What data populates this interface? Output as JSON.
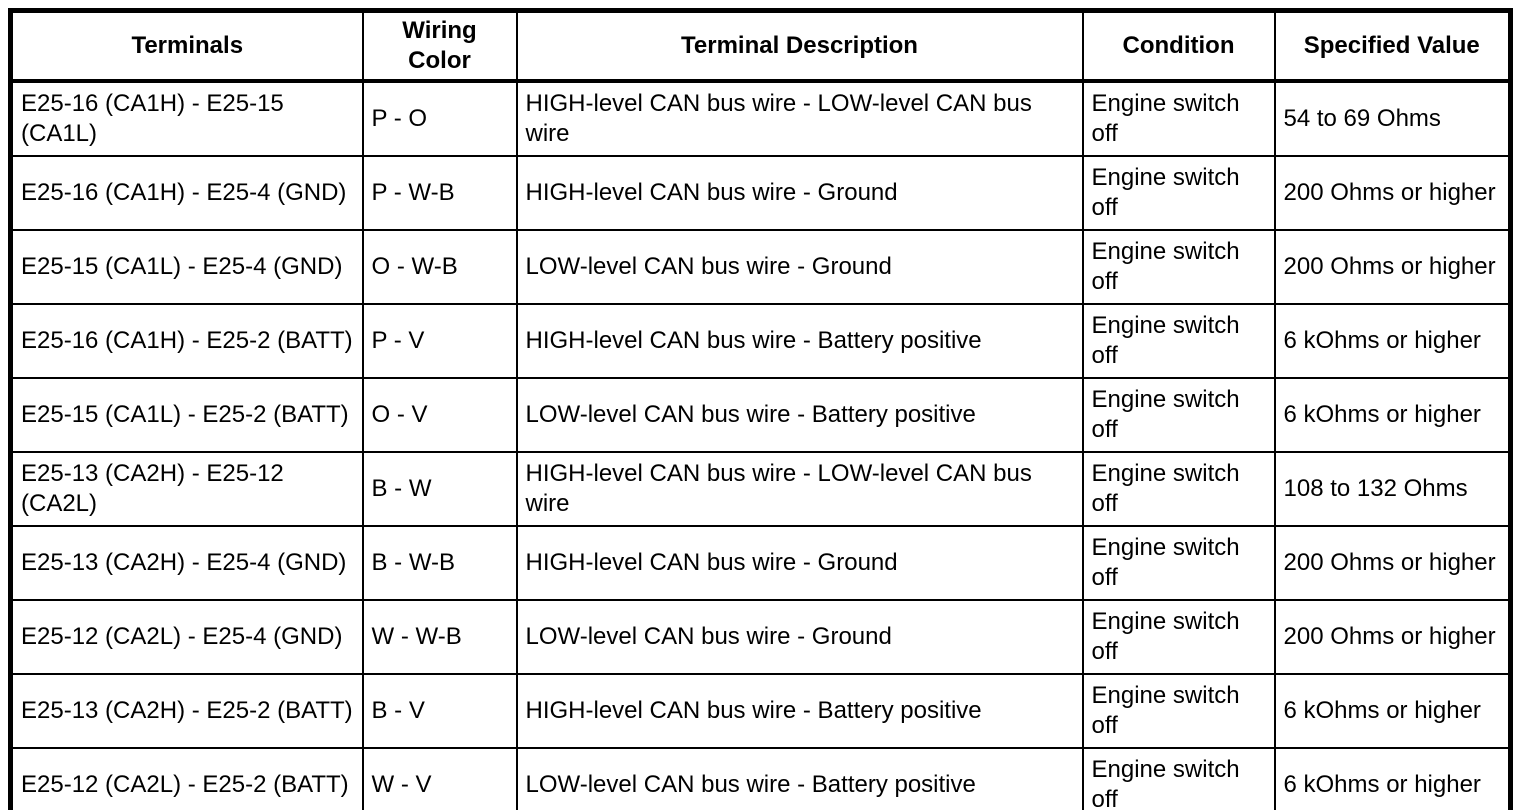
{
  "colors": {
    "border": "#000000",
    "background": "#ffffff",
    "text": "#000000"
  },
  "table": {
    "columns": [
      {
        "key": "terminals",
        "label": "Terminals"
      },
      {
        "key": "wiring_color",
        "label": "Wiring Color"
      },
      {
        "key": "description",
        "label": "Terminal Description"
      },
      {
        "key": "condition",
        "label": "Condition"
      },
      {
        "key": "specified_value",
        "label": "Specified Value"
      }
    ],
    "rows": [
      {
        "terminals": "E25-16 (CA1H) - E25-15 (CA1L)",
        "wiring_color": "P - O",
        "description": "HIGH-level CAN bus wire - LOW-level CAN bus wire",
        "condition": "Engine switch off",
        "specified_value": "54 to 69 Ohms"
      },
      {
        "terminals": "E25-16 (CA1H) - E25-4 (GND)",
        "wiring_color": "P - W-B",
        "description": "HIGH-level CAN bus wire - Ground",
        "condition": "Engine switch off",
        "specified_value": "200 Ohms or higher"
      },
      {
        "terminals": "E25-15 (CA1L) - E25-4 (GND)",
        "wiring_color": "O - W-B",
        "description": "LOW-level CAN bus wire - Ground",
        "condition": "Engine switch off",
        "specified_value": "200 Ohms or higher"
      },
      {
        "terminals": "E25-16 (CA1H) - E25-2 (BATT)",
        "wiring_color": "P - V",
        "description": "HIGH-level CAN bus wire - Battery positive",
        "condition": "Engine switch off",
        "specified_value": "6 kOhms or higher"
      },
      {
        "terminals": "E25-15 (CA1L) - E25-2 (BATT)",
        "wiring_color": "O - V",
        "description": "LOW-level CAN bus wire - Battery positive",
        "condition": "Engine switch off",
        "specified_value": "6 kOhms or higher"
      },
      {
        "terminals": "E25-13 (CA2H) - E25-12 (CA2L)",
        "wiring_color": "B - W",
        "description": "HIGH-level CAN bus wire - LOW-level CAN bus wire",
        "condition": "Engine switch off",
        "specified_value": "108 to 132 Ohms"
      },
      {
        "terminals": "E25-13 (CA2H) - E25-4 (GND)",
        "wiring_color": "B - W-B",
        "description": "HIGH-level CAN bus wire - Ground",
        "condition": "Engine switch off",
        "specified_value": "200 Ohms or higher"
      },
      {
        "terminals": "E25-12 (CA2L) - E25-4 (GND)",
        "wiring_color": "W - W-B",
        "description": "LOW-level CAN bus wire - Ground",
        "condition": "Engine switch off",
        "specified_value": "200 Ohms or higher"
      },
      {
        "terminals": "E25-13 (CA2H) - E25-2 (BATT)",
        "wiring_color": "B - V",
        "description": "HIGH-level CAN bus wire - Battery positive",
        "condition": "Engine switch off",
        "specified_value": "6 kOhms or higher"
      },
      {
        "terminals": "E25-12 (CA2L) - E25-2 (BATT)",
        "wiring_color": "W - V",
        "description": "LOW-level CAN bus wire - Battery positive",
        "condition": "Engine switch off",
        "specified_value": "6 kOhms or higher"
      }
    ]
  }
}
